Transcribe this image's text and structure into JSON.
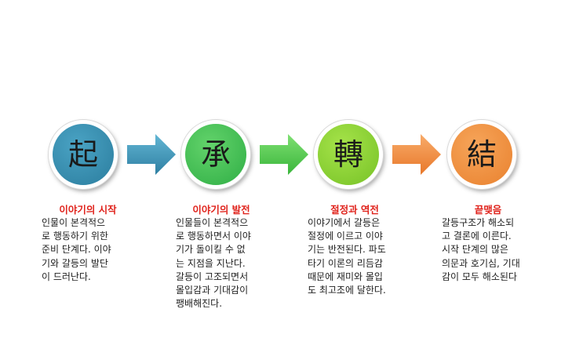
{
  "stages": [
    {
      "hanja": "起",
      "title": "이야기의 시작",
      "lines": [
        "인물이 본격적으",
        "로 행동하기 위한",
        "준비 단계다. 이야",
        "기와 갈등의 발단",
        "이 드러난다."
      ],
      "color": "#2b7d9e"
    },
    {
      "hanja": "承",
      "title": "이야기의 발전",
      "lines": [
        "인물들이 본격적으",
        "로 행동하면서 이야",
        "기가 돌이킬 수 없",
        "는 지점을 지난다.",
        "갈등이 고조되면서",
        "몰입감과 기대감이",
        "팽배해진다."
      ],
      "color": "#2fae45"
    },
    {
      "hanja": "轉",
      "title": "절정과 역전",
      "lines": [
        "이야기에서 갈등은",
        "절정에 이르고 이야",
        "기는 반전된다. 파도",
        "타기 이론의 리듬감",
        "때문에 재미와 몰입",
        "도 최고조에 달한다."
      ],
      "color": "#76c226"
    },
    {
      "hanja": "結",
      "title": "끝맺음",
      "lines": [
        "갈등구조가 해소되",
        "고 결론에 이른다.",
        "시작 단계의 많은",
        "의문과 호기심, 기대",
        "감이 모두 해소된다"
      ],
      "color": "#e9812e"
    }
  ],
  "arrows": [
    {
      "from": "起",
      "to": "承",
      "color": "#3a93b5"
    },
    {
      "from": "承",
      "to": "轉",
      "color": "#4fc74c"
    },
    {
      "from": "轉",
      "to": "結",
      "color": "#f08a3c"
    }
  ],
  "title_color": "#e0231c"
}
